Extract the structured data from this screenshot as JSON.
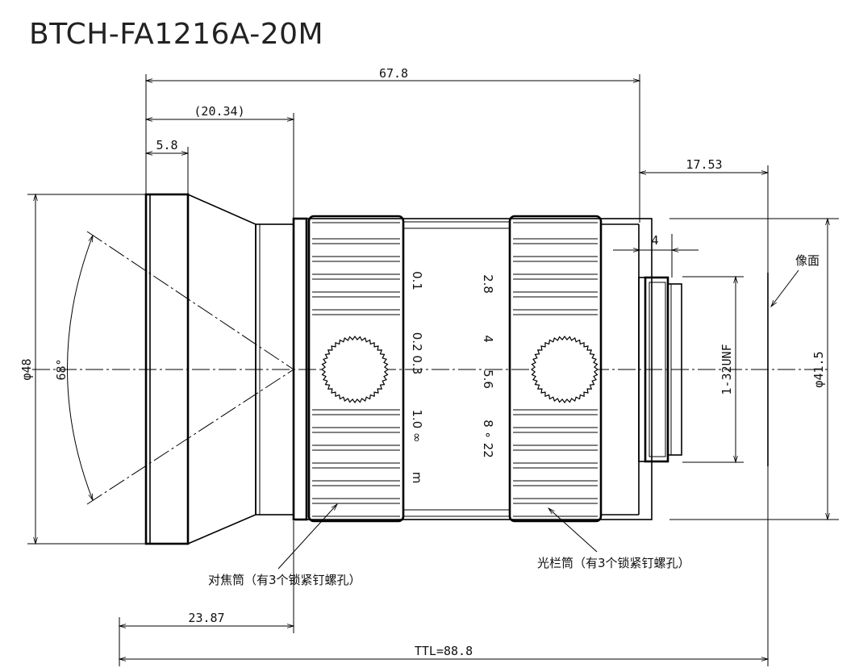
{
  "title": "BTCH-FA1216A-20M",
  "dimensions": {
    "overall_length": "67.8",
    "front_section": "(20.34)",
    "front_ring": "5.8",
    "back_focal": "17.53",
    "thread_depth": "4",
    "front_diameter": "φ48",
    "field_angle": "68°",
    "thread": "1-32UNF",
    "rear_diameter": "φ41.5",
    "focus_offset": "23.87",
    "ttl": "TTL=88.8"
  },
  "labels": {
    "image_plane": "像面",
    "focus_ring": "对焦筒（有3个锁紧钉螺孔）",
    "aperture_ring": "光栏筒（有3个锁紧钉螺孔）"
  },
  "focus_scale": [
    "0.1",
    "0.2 0.3",
    "1.0 ∞",
    "m"
  ],
  "aperture_scale": [
    "2.8",
    "4",
    "5.6",
    "8 ∘ 22"
  ]
}
